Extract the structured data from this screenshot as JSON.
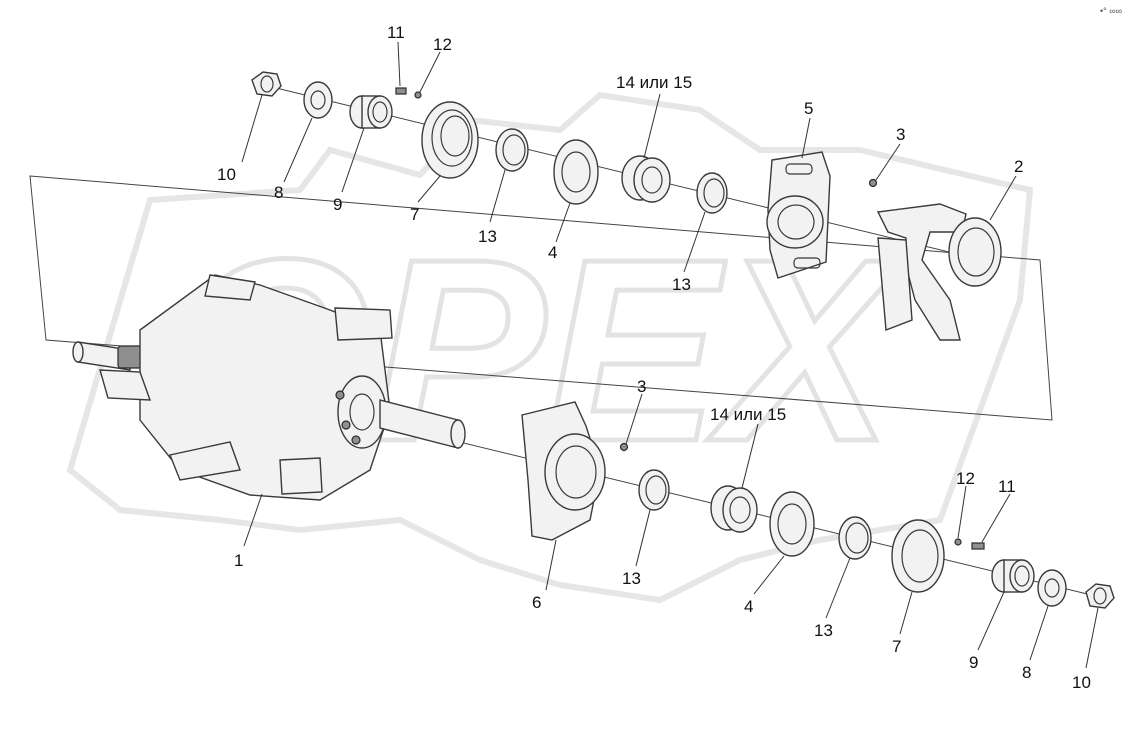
{
  "watermark": {
    "text": "OPEX"
  },
  "corner_mark": "•° ∞∞",
  "callouts": {
    "c1": "1",
    "c2": "2",
    "c3a": "3",
    "c3b": "3",
    "c4a": "4",
    "c4b": "4",
    "c5": "5",
    "c6": "6",
    "c7a": "7",
    "c7b": "7",
    "c8a": "8",
    "c8b": "8",
    "c9a": "9",
    "c9b": "9",
    "c10a": "10",
    "c10b": "10",
    "c11a": "11",
    "c11b": "11",
    "c12a": "12",
    "c12b": "12",
    "c13a": "13",
    "c13b": "13",
    "c13c": "13",
    "c13d": "13",
    "c14a": "14 или 15",
    "c14b": "14 или 15"
  }
}
